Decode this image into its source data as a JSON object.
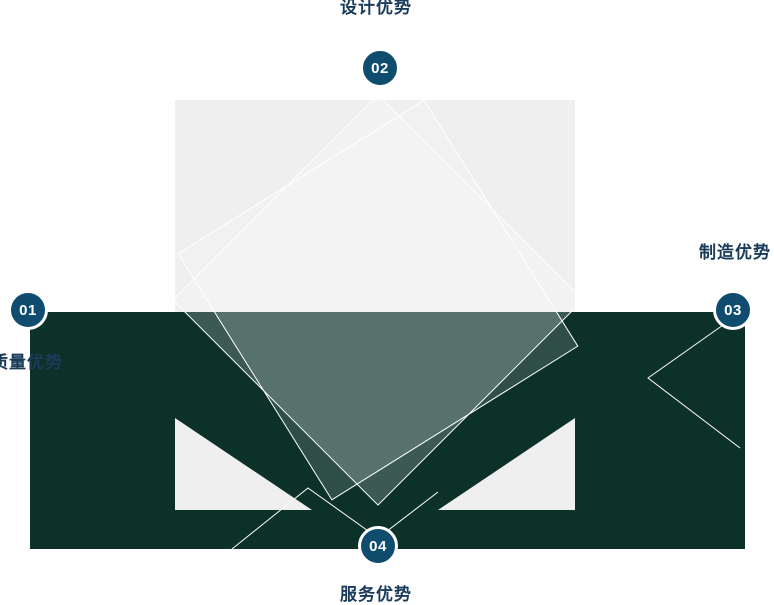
{
  "colors": {
    "dark_shape": "#0c3129",
    "light_square": "#efefef",
    "circle_bg": "#0f4c6e",
    "label_text": "#1b3b5a",
    "line": "#ffffff"
  },
  "diagram": {
    "nodes": [
      {
        "number": "01",
        "label": "质量优势"
      },
      {
        "number": "02",
        "label": "设计优势"
      },
      {
        "number": "03",
        "label": "制造优势"
      },
      {
        "number": "04",
        "label": "服务优势"
      }
    ]
  }
}
